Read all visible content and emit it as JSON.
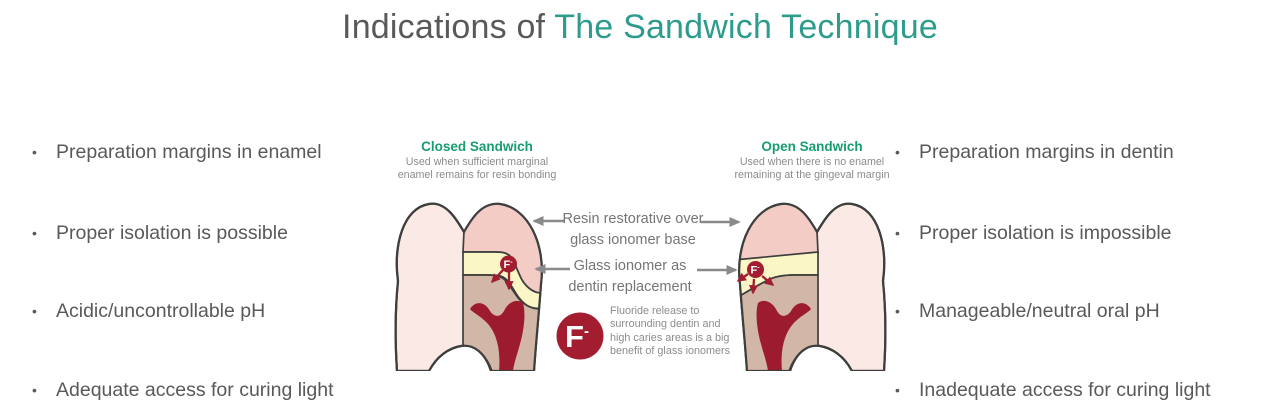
{
  "title": {
    "prefix": "Indications of ",
    "accent": "The Sandwich Technique"
  },
  "left_list": [
    "Preparation margins in enamel",
    "Proper isolation is possible",
    "Acidic/uncontrollable pH",
    "Adequate access for curing light"
  ],
  "right_list": [
    "Preparation margins in dentin",
    "Proper isolation is impossible",
    "Manageable/neutral oral pH",
    "Inadequate access for curing light"
  ],
  "bullet_char": "•",
  "diagram": {
    "closed": {
      "heading": "Closed Sandwich",
      "sub1": "Used when sufficient marginal",
      "sub2": "enamel remains for resin bonding"
    },
    "open": {
      "heading": "Open Sandwich",
      "sub1": "Used when there is no enamel",
      "sub2": "remaining at the gingeval margin"
    },
    "label_resin_1": "Resin restorative over",
    "label_resin_2": "glass ionomer base",
    "label_glass_1": "Glass ionomer as",
    "label_glass_2": "dentin replacement",
    "fluoride_symbol": "F",
    "fluoride_sup": "-",
    "note": [
      "Fluoride release to",
      "surrounding dentin and",
      "high caries areas is a big",
      "benefit of glass ionomers"
    ]
  },
  "colors": {
    "title_text": "#595959",
    "title_accent": "#2E9C8C",
    "heading_green": "#179E6E",
    "body_text": "#595959",
    "muted_gray": "#8C8C8C",
    "label_gray": "#767676",
    "arrow_gray": "#8A8A8A",
    "outline_dark": "#3E3E3E",
    "enamel_pink": "#FBE9E5",
    "resin_pink": "#F3CCC5",
    "glass_yellow": "#FAF6C6",
    "dentin_tan": "#D2B7A7",
    "pulp_maroon": "#9C1B2D",
    "fluoride_maroon": "#A21D30",
    "white": "#FFFFFF"
  }
}
